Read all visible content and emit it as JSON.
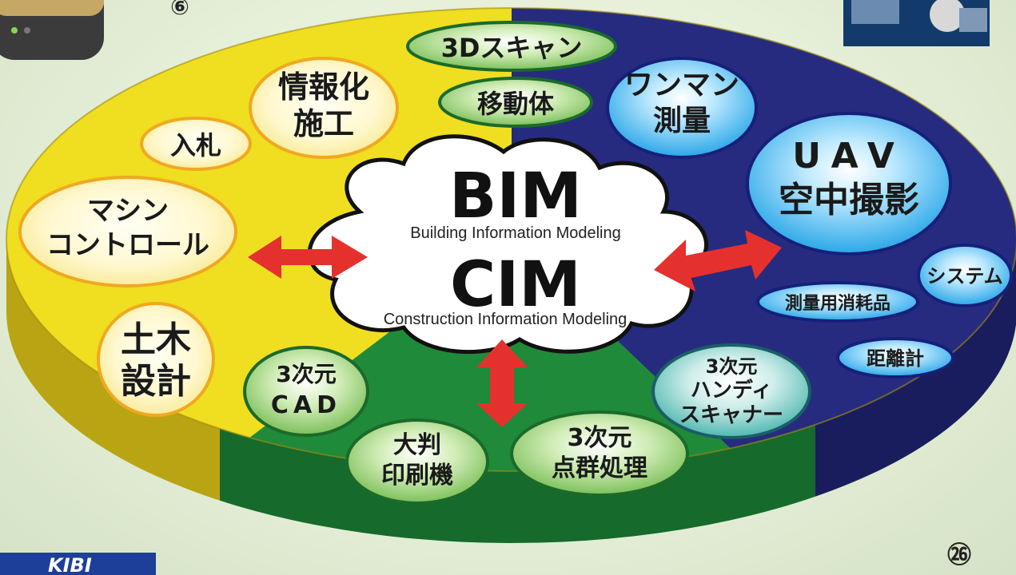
{
  "center": {
    "bim": "BIM",
    "bim_sub": "Building Information Modeling",
    "cim": "CIM",
    "cim_sub": "Construction Information Modeling"
  },
  "bubbles": {
    "scan3d": "3Dスキャン",
    "idoutai": "移動体",
    "jouhou_l1": "情報化",
    "jouhou_l2": "施工",
    "nyusatsu": "入札",
    "machine_l1": "マシン",
    "machine_l2": "コントロール",
    "doboku_l1": "土木",
    "doboku_l2": "設計",
    "cad_l1": "3次元",
    "cad_l2": "CAD",
    "printer_l1": "大判",
    "printer_l2": "印刷機",
    "pointcloud_l1": "3次元",
    "pointcloud_l2": "点群処理",
    "handy_l1": "3次元",
    "handy_l2": "ハンディ",
    "handy_l3": "スキャナー",
    "oneman_l1": "ワンマン",
    "oneman_l2": "測量",
    "uav_l1": "UAV",
    "uav_l2": "空中撮影",
    "system": "システム",
    "consumables": "測量用消耗品",
    "distance": "距離計"
  },
  "page_numbers": {
    "top_left": "⑥",
    "bottom_right": "㉖"
  },
  "corner_logo": "KIBI",
  "colors": {
    "yellow": "#f2e020",
    "blue": "#262b80",
    "green": "#1f8a3a",
    "arrow": "#e5312d"
  }
}
